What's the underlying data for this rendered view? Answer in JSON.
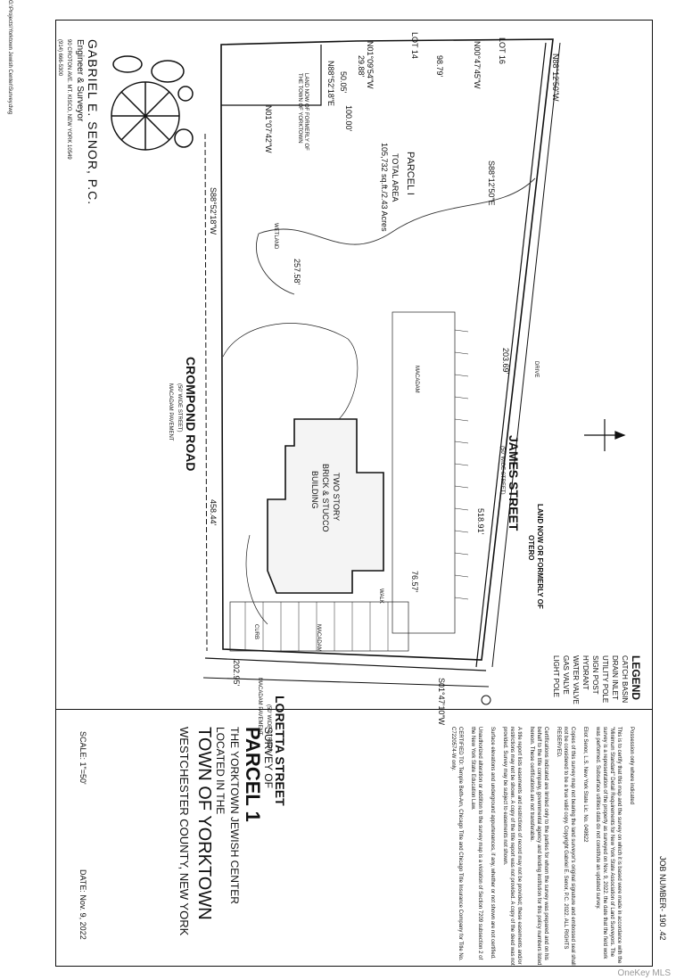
{
  "job_number": "JOB NUMBER- 190 .42",
  "vertical_margin_text": "G:\\Projects\\Yorktown Jewish Center\\Survey.dwg",
  "engineer": {
    "name": "GABRIEL E. SENOR, P.C.",
    "subtitle": "Engineer & Surveyor",
    "address": "90 CROTON AVE. MT. KISCO, NEW YORK 10549",
    "phone": "(914) 666-5300"
  },
  "legend": {
    "title": "LEGEND",
    "items": [
      "CATCH BASIN",
      "DRAIN INLET",
      "UTILITY POLE",
      "SIGN POST",
      "HYDRANT",
      "WATER VALVE",
      "GAS VALVE",
      "LIGHT POLE"
    ]
  },
  "certification": {
    "possession": "Possession only where indicated",
    "para1": "This is to certify that this map and the survey on which it is based were made in accordance with the \"Minimum Standard\" Detail Requirements for New York State Association of Land Surveyors. The survey is a representation of the property as surveyed on Nov. 9, 2022. the date that the field work was performed. Subsurface utilities data do not constitute an updated survey.",
    "signature": "Eliot Senor, L.S. New York State Lic. No. 049822",
    "para2": "Copies of this survey map not bearing the land surveyor's original signature and embossed seal shall not be considered to be a true valid copy. Copyright Gabriel E. Senor, P.C. 2022. ALL RIGHTS RESERVED.",
    "para3": "Certifications indicated are limited only to the parties for whom the survey was prepared and on his behalf to the title company, governmental agency and lending institution for this policy numbers listed hereon. These certifications are not transferable.",
    "para4": "A title report lists easements and restrictions of record may not be provided; these easements and/or restrictions may not be shown. A copy of the title report was not provided. A copy of the deed was not provided. Survey may be subject to easements not shown.",
    "para5": "Surface elevations and underground appurtenances, if any, whether or not shown are not certified.",
    "para6": "Unauthorized alteration or addition to the survey map is a violation of Section 7209 subsection 2 of the New York State Education Law.",
    "para7": "CERTIFIED TO: Temple Beth-Am, Chicago Title and Chicago Title Insurance Company for Title No. C7220574-W only."
  },
  "title_block": {
    "survey_of": "SURVEY OF",
    "parcel": "PARCEL 1",
    "the_center": "THE YORKTOWN JEWISH CENTER",
    "located_in": "LOCATED IN THE",
    "town": "TOWN OF YORKTOWN",
    "county": "WESTCHESTER COUNTY,  NEW YORK",
    "scale": "SCALE: 1\"=50'",
    "date": "DATE: Nov. 9, 2022"
  },
  "plan": {
    "lot14": "LOT 14",
    "lot16": "LOT 16",
    "b1": "N01°09'54\"W",
    "b2": "N00°47'45\"W",
    "d1": "29.88'",
    "d2": "98.79'",
    "b3": "N01°07'42\"W",
    "d3": "100.00'",
    "b4": "N88°52'18\"E",
    "d4": "50.05'",
    "b5": "N88°12'50\"W",
    "b6": "S88°12'50\"E",
    "b7": "S88°52'18\"W",
    "land_town": "LAND NOW OF FORMERLY OF THE TOWN OF YORKTOWN",
    "parcel_name": "PARCEL I",
    "total_area_label": "TOTAL AREA",
    "total_area": "105,732 sq.ft./2.43 Acres",
    "wetlands": "WETLAND",
    "bldg_line1": "TWO STORY",
    "bldg_line2": "BRICK & STUCCO",
    "bldg_line3": "BUILDING",
    "crompond": "CROMPOND ROAD",
    "crompond_width": "(50' WIDE STREET)",
    "crompond_pave": "MACADAM PAVEMENT",
    "james": "JAMES STREET",
    "james_width": "(50' WIDE STREET)",
    "loretta": "LORETTA STREET",
    "loretta_width": "(50' WIDE STREET)",
    "loretta_pave": "MACADAM PAVEMENT",
    "land_otero_1": "LAND NOW OR FORMERLY OF",
    "land_otero_2": "OTERO",
    "d_crompond": "458.44'",
    "d_loretta": "202.95'",
    "b_loretta": "S01°47'10\"W",
    "d_james": "518.91'",
    "d_james2": "203.69'",
    "d_76": "76.57'",
    "d_257": "257.58'",
    "macadam": "MACADAM",
    "curb": "CURB",
    "walk": "WALK",
    "drive": "DRIVE"
  },
  "watermark": "OneKey MLS"
}
